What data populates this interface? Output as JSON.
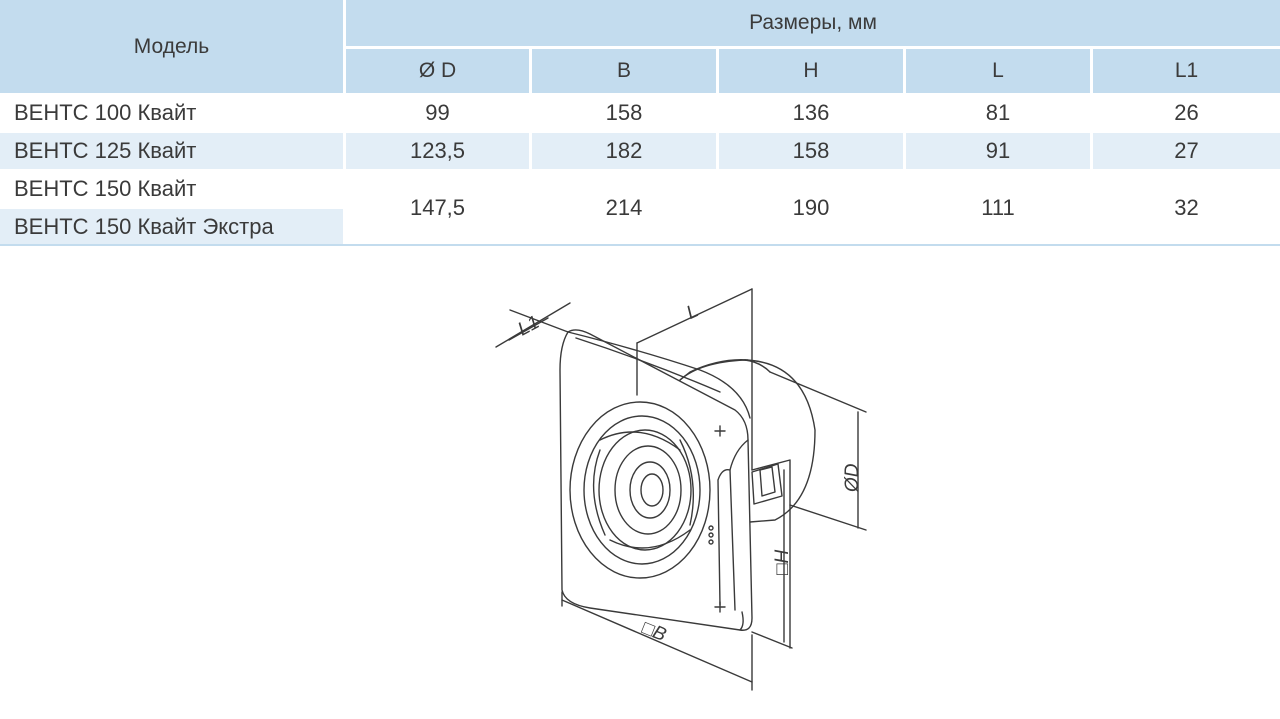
{
  "table": {
    "model_header": "Модель",
    "dims_header": "Размеры, мм",
    "columns": [
      "Ø D",
      "B",
      "H",
      "L",
      "L1"
    ],
    "rows": [
      {
        "model": "ВЕНТС 100 Квайт",
        "values": [
          "99",
          "158",
          "136",
          "81",
          "26"
        ]
      },
      {
        "model": "ВЕНТС 125 Квайт",
        "values": [
          "123,5",
          "182",
          "158",
          "91",
          "27"
        ]
      },
      {
        "models": [
          "ВЕНТС 150 Квайт",
          "ВЕНТС 150 Квайт Экстра"
        ],
        "values": [
          "147,5",
          "214",
          "190",
          "111",
          "32"
        ]
      }
    ]
  },
  "diagram": {
    "labels": {
      "L1": "L1",
      "L": "L",
      "D": "ØD",
      "H": "□H",
      "B": "□B"
    }
  }
}
